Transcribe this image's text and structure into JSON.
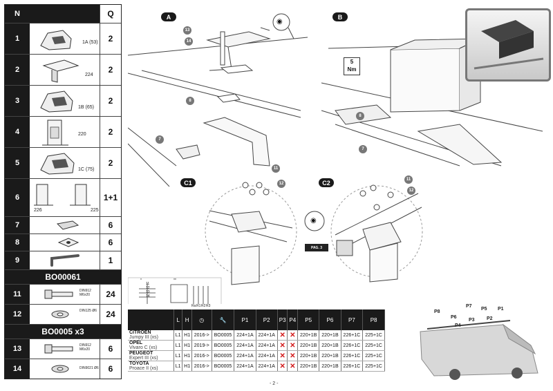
{
  "parts_header": {
    "n": "N",
    "q": "Q"
  },
  "parts": [
    {
      "n": "1",
      "label": "1A (53)",
      "q": "2"
    },
    {
      "n": "2",
      "label": "224",
      "q": "2"
    },
    {
      "n": "3",
      "label": "1B (65)",
      "q": "2"
    },
    {
      "n": "4",
      "label": "220",
      "q": "2"
    },
    {
      "n": "5",
      "label": "1C (75)",
      "q": "2"
    },
    {
      "n": "6",
      "label_left": "226",
      "label_right": "225",
      "q": "1+1"
    },
    {
      "n": "7",
      "q": "6"
    },
    {
      "n": "8",
      "q": "6"
    },
    {
      "n": "9",
      "q": "1"
    }
  ],
  "kit1": {
    "code": "BO00061",
    "items": [
      {
        "n": "11",
        "label": "DIN912 M6x20",
        "q": "24"
      },
      {
        "n": "12",
        "label": "DIN125 Ø6",
        "q": "24"
      }
    ]
  },
  "kit2": {
    "code": "BO0005 x3",
    "items": [
      {
        "n": "13",
        "label": "DIN912 M6x20",
        "q": "6"
      },
      {
        "n": "14",
        "label": "DIN9021 Ø6",
        "q": "6"
      }
    ]
  },
  "diagram": {
    "views": {
      "a": "A",
      "b": "B",
      "c1": "C1",
      "c2": "C2"
    },
    "callouts": {
      "c13": "13",
      "c14": "14",
      "c8": "8",
      "c7": "7",
      "b8": "8",
      "b7": "7",
      "c1_11": "11",
      "c1_12": "12",
      "c2_11": "11",
      "c2_12": "12"
    },
    "torque": {
      "value": "5",
      "unit": "Nm"
    },
    "page_ref": "PAG. 3",
    "stack_labels": {
      "star1": "*",
      "star2": "**",
      "n11": "11",
      "n12": "12",
      "n13": "13",
      "n14": "14",
      "ra": "Ra",
      "r1": "R1",
      "r2": "R2",
      "r3": "R3"
    }
  },
  "compat": {
    "headers": [
      "L",
      "H",
      "",
      "",
      "P1",
      "P2",
      "P3",
      "P4",
      "P5",
      "P6",
      "P7",
      "P8"
    ],
    "rows": [
      {
        "brand": "CITROËN",
        "model": "Jumpy III (xs)",
        "l": "L1",
        "h": "H1",
        "years": "2016->",
        "kit": "BO0005",
        "p": [
          "224+1A",
          "224+1A",
          "x",
          "x",
          "220+1B",
          "220+1B",
          "226+1C",
          "225+1C"
        ]
      },
      {
        "brand": "OPEL",
        "model": "Vivaro C (xs)",
        "l": "L1",
        "h": "H1",
        "years": "2019->",
        "kit": "BO0005",
        "p": [
          "224+1A",
          "224+1A",
          "x",
          "x",
          "220+1B",
          "220+1B",
          "226+1C",
          "225+1C"
        ]
      },
      {
        "brand": "PEUGEOT",
        "model": "Expert III (xs)",
        "l": "L1",
        "h": "H1",
        "years": "2016->",
        "kit": "BO0005",
        "p": [
          "224+1A",
          "224+1A",
          "x",
          "x",
          "220+1B",
          "220+1B",
          "226+1C",
          "225+1C"
        ]
      },
      {
        "brand": "TOYOTA",
        "model": "Proace II (xs)",
        "l": "L1",
        "h": "H1",
        "years": "2016->",
        "kit": "BO0005",
        "p": [
          "224+1A",
          "224+1A",
          "x",
          "x",
          "220+1B",
          "220+1B",
          "226+1C",
          "225+1C"
        ]
      }
    ]
  },
  "van_positions": {
    "p8": "P8",
    "p6": "P6",
    "p4": "P4",
    "p7": "P7",
    "p5": "P5",
    "p2": "P2",
    "p3": "P3",
    "p1": "P1"
  },
  "page_number": "- 2 -"
}
